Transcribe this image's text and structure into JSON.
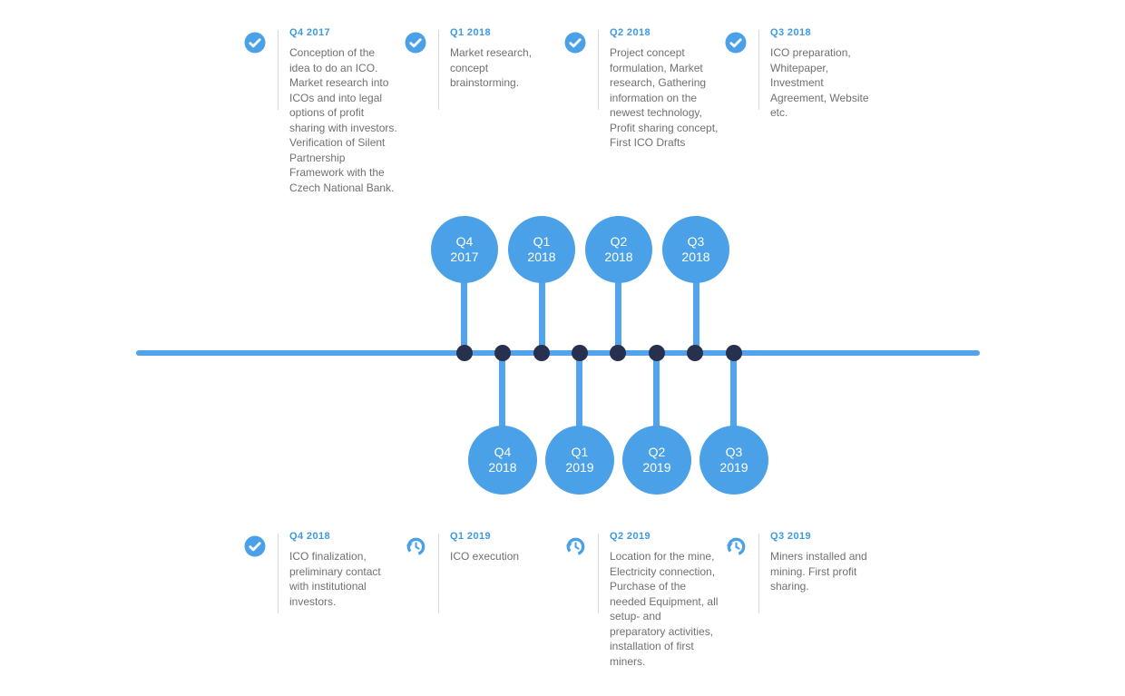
{
  "colors": {
    "accent_blue": "#4AA1E8",
    "timeline_blue": "#51A4EC",
    "heading_blue": "#3D9AE2",
    "body_text_gray": "#6F7074",
    "node_dot_navy": "#28304F",
    "divider_gray": "#D8DADD",
    "circle_text": "#FFFFFF"
  },
  "top_milestones": [
    {
      "quarter": "Q4 2017",
      "icon": "check-icon",
      "description": "Conception of the idea to do an ICO. Market research into ICOs and into legal options of profit sharing with investors. Verification of Silent Partnership Framework with the Czech National Bank."
    },
    {
      "quarter": "Q1 2018",
      "icon": "check-icon",
      "description": "Market research, concept brainstorming."
    },
    {
      "quarter": "Q2 2018",
      "icon": "check-icon",
      "description": "Project concept formulation, Market research, Gathering information on the newest technology, Profit sharing concept, First ICO Drafts"
    },
    {
      "quarter": "Q3 2018",
      "icon": "check-icon",
      "description": "ICO preparation, Whitepaper, Investment Agreement, Website etc."
    }
  ],
  "bottom_milestones": [
    {
      "quarter": "Q4 2018",
      "icon": "check-icon",
      "description": "ICO finalization, preliminary contact with institutional investors."
    },
    {
      "quarter": "Q1 2019",
      "icon": "history-icon",
      "description": "ICO execution"
    },
    {
      "quarter": "Q2 2019",
      "icon": "history-icon",
      "description": "Location for the mine, Electricity connection, Purchase of the needed Equipment, all setup- and preparatory activities, installation of first miners."
    },
    {
      "quarter": "Q3 2019",
      "icon": "history-icon",
      "description": "Miners installed and mining. First profit sharing."
    }
  ],
  "timeline": {
    "top_nodes": [
      {
        "quarter": "Q4",
        "year": "2017"
      },
      {
        "quarter": "Q1",
        "year": "2018"
      },
      {
        "quarter": "Q2",
        "year": "2018"
      },
      {
        "quarter": "Q3",
        "year": "2018"
      }
    ],
    "bottom_nodes": [
      {
        "quarter": "Q4",
        "year": "2018"
      },
      {
        "quarter": "Q1",
        "year": "2019"
      },
      {
        "quarter": "Q2",
        "year": "2019"
      },
      {
        "quarter": "Q3",
        "year": "2019"
      }
    ]
  }
}
